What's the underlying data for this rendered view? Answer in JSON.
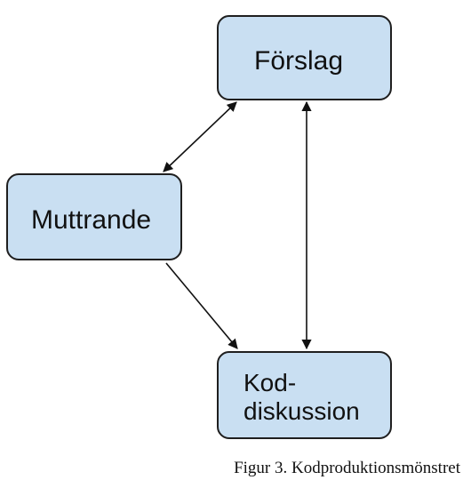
{
  "nodes": {
    "forslag": {
      "label": "Förslag"
    },
    "muttrande": {
      "label": "Muttrande"
    },
    "kod": {
      "label_lines": [
        "Kod-",
        "diskussion"
      ]
    }
  },
  "caption": "Figur 3. Kodproduktionsmönstret",
  "colors": {
    "node_fill": "#c9dff2",
    "node_border": "#1f1f1f",
    "arrow": "#111111"
  }
}
